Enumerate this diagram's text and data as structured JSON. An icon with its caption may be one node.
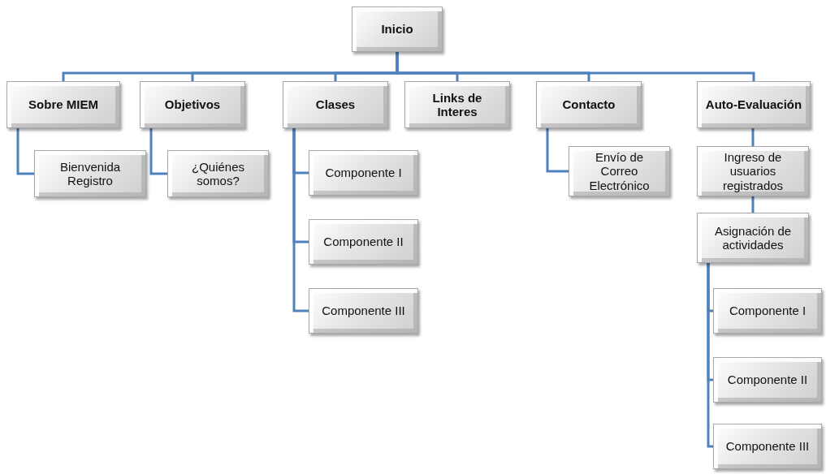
{
  "diagram": {
    "nodes": [
      {
        "text": [
          "Inicio"
        ]
      },
      {
        "text": [
          "Sobre MIEM"
        ]
      },
      {
        "text": [
          "Objetivos"
        ]
      },
      {
        "text": [
          "Clases"
        ]
      },
      {
        "text": [
          "Links de Interes"
        ]
      },
      {
        "text": [
          "Contacto"
        ]
      },
      {
        "text": [
          "Auto-Evaluación"
        ]
      },
      {
        "text": [
          "Bienvenida Registro"
        ]
      },
      {
        "text": [
          "¿Quiénes somos?"
        ]
      },
      {
        "text": [
          "Componente I"
        ]
      },
      {
        "text": [
          "Componente II"
        ]
      },
      {
        "text": [
          "Componente III"
        ]
      },
      {
        "text": [
          "Envío de Correo Electrónico"
        ]
      },
      {
        "text": [
          "Ingreso de usuarios registrados"
        ]
      },
      {
        "text": [
          "Asignación de actividades"
        ]
      },
      {
        "text": [
          "Componente I"
        ]
      },
      {
        "text": [
          "Componente II"
        ]
      },
      {
        "text": [
          "Componente III"
        ]
      }
    ],
    "edges": [
      {
        "from": 0,
        "to": 1,
        "arrow": "none"
      },
      {
        "from": 0,
        "to": 2,
        "arrow": "none"
      },
      {
        "from": 0,
        "to": 3,
        "arrow": "none"
      },
      {
        "from": 0,
        "to": 4,
        "arrow": "none"
      },
      {
        "from": 0,
        "to": 5,
        "arrow": "none"
      },
      {
        "from": 0,
        "to": 6,
        "arrow": "none"
      },
      {
        "from": 1,
        "to": 7,
        "arrow": "none"
      },
      {
        "from": 2,
        "to": 8,
        "arrow": "none"
      },
      {
        "from": 3,
        "to": 9,
        "arrow": "none"
      },
      {
        "from": 3,
        "to": 10,
        "arrow": "none"
      },
      {
        "from": 3,
        "to": 11,
        "arrow": "none"
      },
      {
        "from": 5,
        "to": 12,
        "arrow": "none"
      },
      {
        "from": 6,
        "to": 13,
        "arrow": "none"
      },
      {
        "from": 13,
        "to": 14,
        "arrow": "none"
      },
      {
        "from": 14,
        "to": 15,
        "arrow": "none"
      },
      {
        "from": 14,
        "to": 16,
        "arrow": "none"
      },
      {
        "from": 14,
        "to": 17,
        "arrow": "none"
      }
    ]
  }
}
